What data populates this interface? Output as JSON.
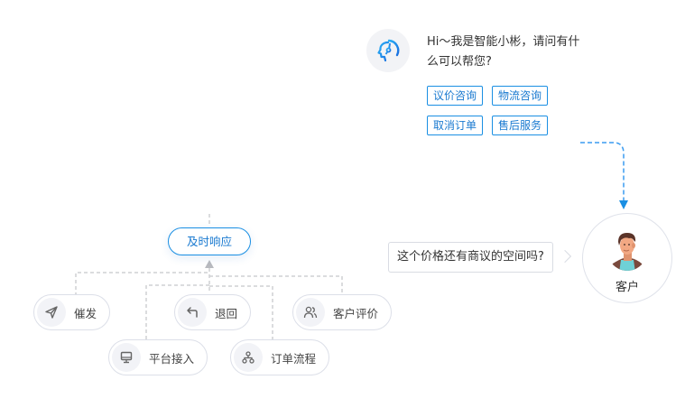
{
  "bot": {
    "icon": "headset-brain-icon",
    "greeting": "Hi～我是智能小彬，请问有什么可以帮您?",
    "quick_replies": [
      {
        "label": "议价咨询"
      },
      {
        "label": "物流咨询"
      },
      {
        "label": "取消订单"
      },
      {
        "label": "售后服务"
      }
    ]
  },
  "customer": {
    "label": "客户",
    "avatar": "male-customer-avatar",
    "question": "这个价格还有商议的空间吗?"
  },
  "response": {
    "label": "及时响应"
  },
  "features": [
    {
      "label": "催发",
      "icon": "send-icon"
    },
    {
      "label": "退回",
      "icon": "return-arrow-icon"
    },
    {
      "label": "客户评价",
      "icon": "users-icon"
    },
    {
      "label": "平台接入",
      "icon": "monitor-icon"
    },
    {
      "label": "订单流程",
      "icon": "hierarchy-icon"
    }
  ],
  "colors": {
    "accent": "#1a8fe3",
    "connector": "#c8c9cc",
    "arrow_dashed": "#3a9cf0"
  }
}
